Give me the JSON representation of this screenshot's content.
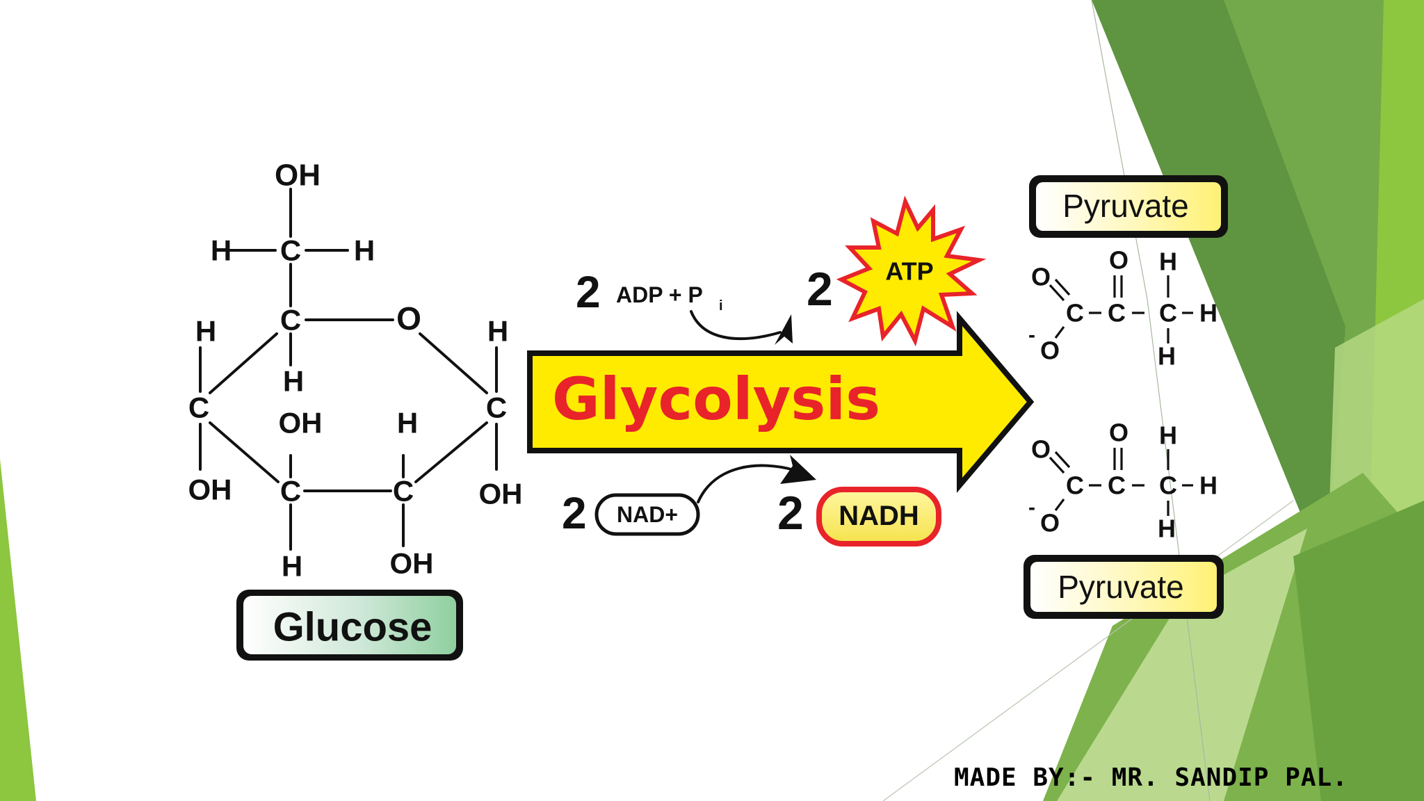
{
  "slide": {
    "accent_dark": "#4e8a2c",
    "accent_mid": "#6fa347",
    "accent_light": "#8dc63f",
    "accent_pale": "#c4df9b"
  },
  "glucose": {
    "label": "Glucose",
    "atoms": {
      "c6_oh": "OH",
      "c6_h_left": "H",
      "c6": "C",
      "c6_h_right": "H",
      "c5": "C",
      "ring_o": "O",
      "c5_h": "H",
      "c4_h": "H",
      "c4": "C",
      "c4_oh": "OH",
      "c1_h": "H",
      "c1": "C",
      "c1_oh": "OH",
      "c3_oh": "OH",
      "c3": "C",
      "c3_h": "H",
      "c2_h": "H",
      "c2": "C",
      "c2_oh": "OH"
    }
  },
  "process": {
    "label": "Glycolysis",
    "arrow_color": "#ffeb00",
    "label_color": "#e8232a"
  },
  "inputs": {
    "adp_coef": "2",
    "adp_label": "ADP + P",
    "adp_sub": "i",
    "nad_coef": "2",
    "nad_label": "NAD+"
  },
  "outputs": {
    "atp_coef": "2",
    "atp_label": "ATP",
    "nadh_coef": "2",
    "nadh_label": "NADH"
  },
  "pyruvate": {
    "label_top": "Pyruvate",
    "label_bottom": "Pyruvate",
    "atoms": {
      "o_top": "O",
      "c": "C",
      "o_minus": "O",
      "minus": "-",
      "h": "H"
    }
  },
  "credit": "MADE BY:- MR. SANDIP PAL."
}
